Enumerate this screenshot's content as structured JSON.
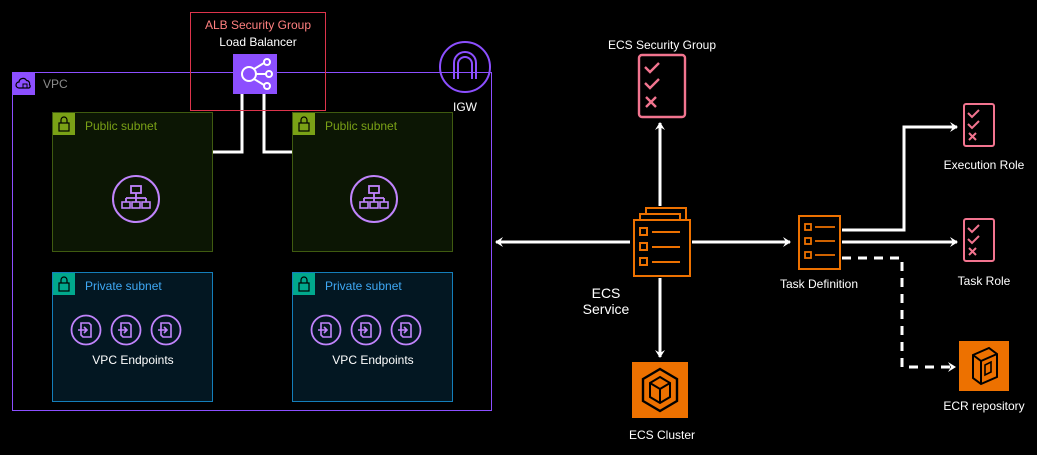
{
  "colors": {
    "background": "#000000",
    "vpc_border": "#8c4fff",
    "public_subnet": "#7aa116",
    "public_subnet_fill": "#0c1604",
    "private_subnet": "#147eba",
    "private_subnet_fill": "#031722",
    "sg_border": "#dd344c",
    "sg_label": "#ff8080",
    "purple_icon": "#c084fc",
    "purple_fill": "#9f53f7",
    "pink_icon": "#f2748f",
    "orange": "#ed7100",
    "orange_fill": "#ed7100",
    "arrow": "#ffffff"
  },
  "alb_group": {
    "title": "ALB Security Group",
    "subtitle": "Load Balancer",
    "icon": "load-balancer-icon"
  },
  "vpc": {
    "label": "VPC",
    "icon": "vpc-cloud-icon"
  },
  "igw": {
    "label": "IGW",
    "icon": "internet-gateway-icon"
  },
  "public_subnets": [
    {
      "label": "Public subnet",
      "icon": "lock-icon",
      "resource_icon": "network-hierarchy-icon"
    },
    {
      "label": "Public subnet",
      "icon": "lock-icon",
      "resource_icon": "network-hierarchy-icon"
    }
  ],
  "private_subnets": [
    {
      "label": "Private subnet",
      "icon": "lock-icon",
      "resource_label": "VPC Endpoints",
      "resource_icon": "vpc-endpoint-icon"
    },
    {
      "label": "Private subnet",
      "icon": "lock-icon",
      "resource_label": "VPC Endpoints",
      "resource_icon": "vpc-endpoint-icon"
    }
  ],
  "ecs_security_group": {
    "label": "ECS Security Group",
    "icon": "checklist-icon"
  },
  "ecs_service": {
    "label_line1": "ECS",
    "label_line2": "Service",
    "icon": "ecs-service-icon"
  },
  "ecs_cluster": {
    "label": "ECS Cluster",
    "icon": "ecs-cluster-icon"
  },
  "task_definition": {
    "label": "Task Definition",
    "icon": "task-definition-icon"
  },
  "execution_role": {
    "label": "Execution Role",
    "icon": "checklist-icon"
  },
  "task_role": {
    "label": "Task Role",
    "icon": "checklist-icon"
  },
  "ecr_repository": {
    "label": "ECR repository",
    "icon": "ecr-icon"
  }
}
